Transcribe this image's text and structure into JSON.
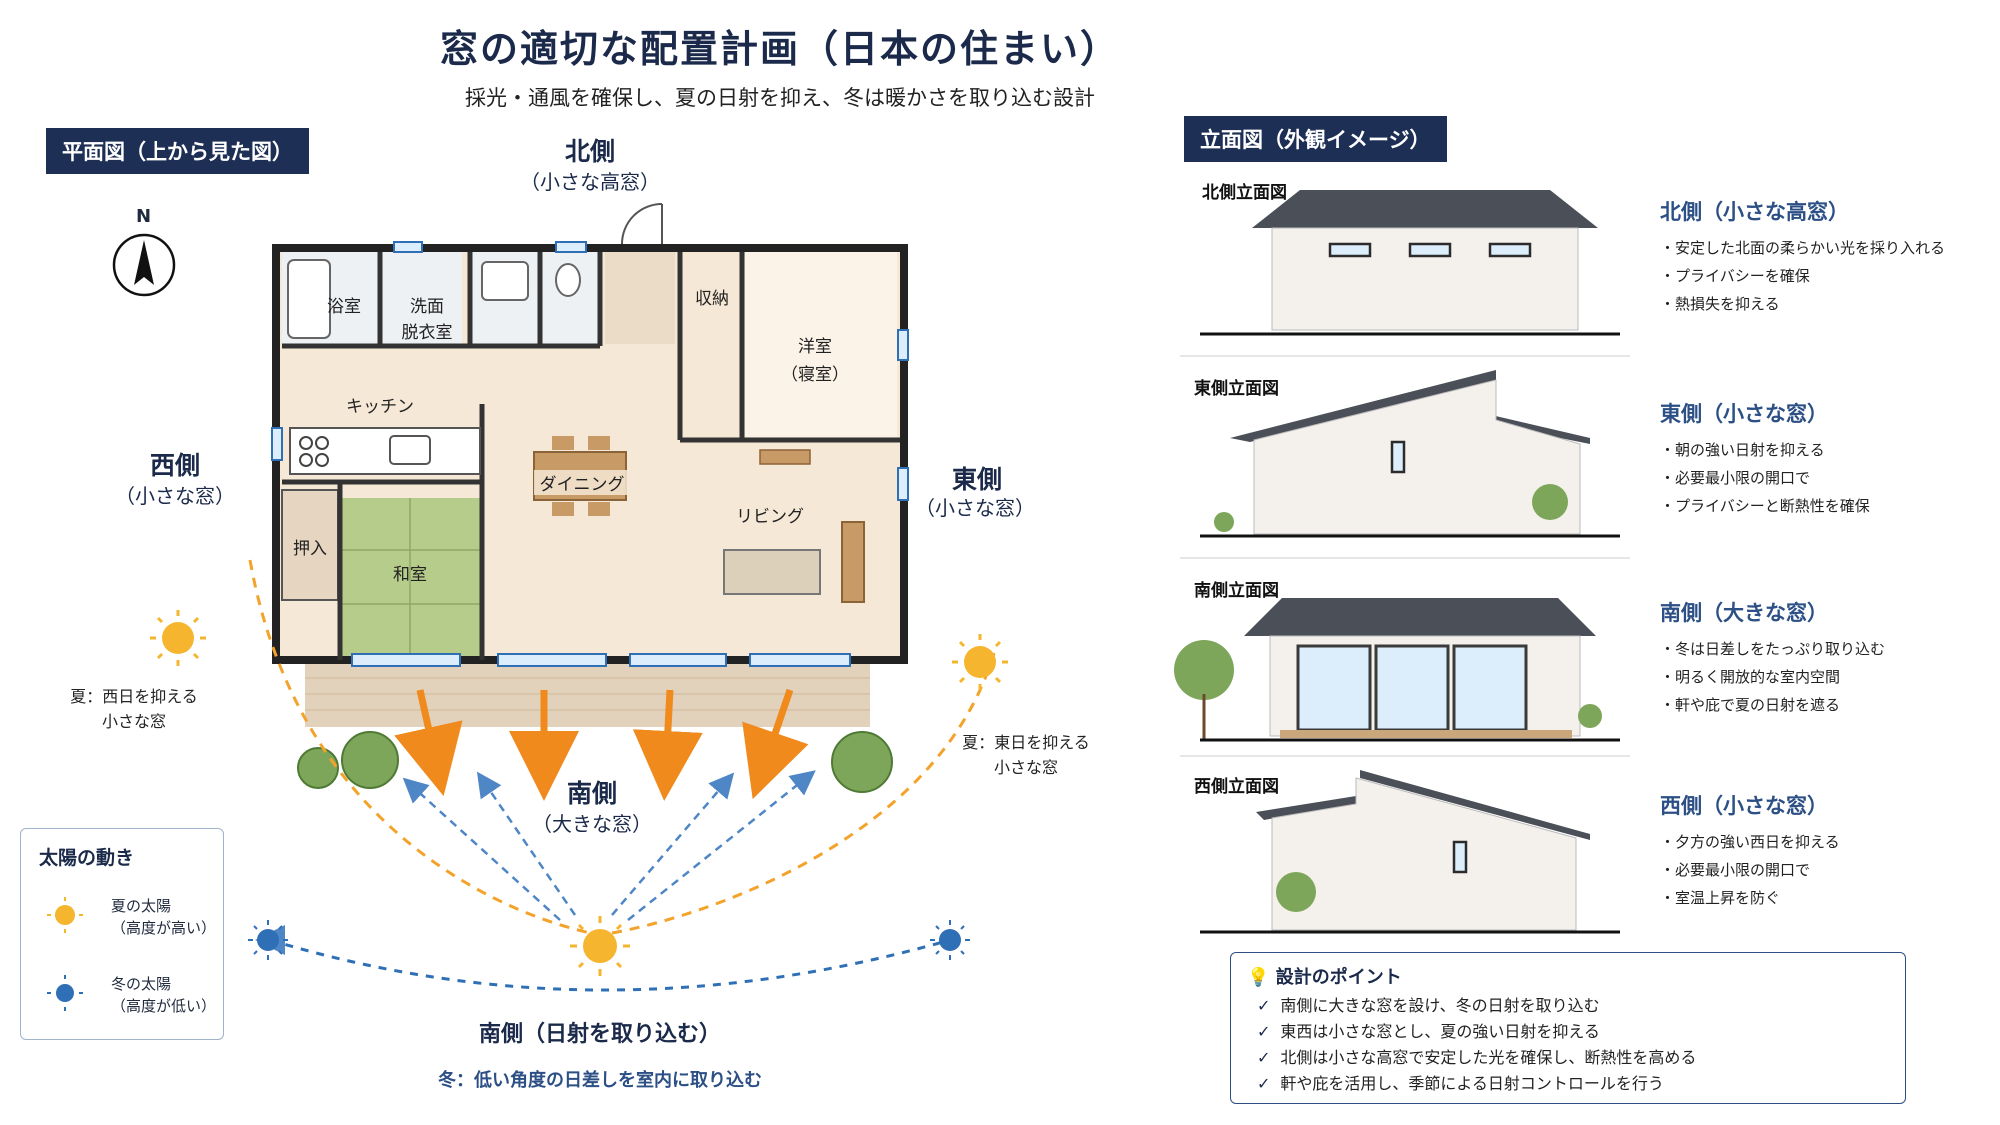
{
  "title": "窓の適切な配置計画（日本の住まい）",
  "subtitle": "採光・通風を確保し、夏の日射を抑え、冬は暖かさを取り込む設計",
  "plan_section_label": "平面図（上から見た図）",
  "elev_section_label": "立面図（外観イメージ）",
  "compass": "N",
  "north": {
    "label": "北側",
    "sub": "（小さな高窓）"
  },
  "west": {
    "label": "西側",
    "sub": "（小さな窓）"
  },
  "east": {
    "label": "東側",
    "sub": "（小さな窓）"
  },
  "south": {
    "label": "南側",
    "sub": "（大きな窓）"
  },
  "rooms": {
    "bath": "浴室",
    "washroom_1": "洗面",
    "washroom_2": "脱衣室",
    "storage": "収納",
    "western_1": "洋室",
    "western_2": "（寝室）",
    "kitchen": "キッチン",
    "dining": "ダイニング",
    "living": "リビング",
    "closet": "押入",
    "tatami": "和室"
  },
  "summer_west_note": [
    "夏：西日を抑える",
    "小さな窓"
  ],
  "summer_east_note": [
    "夏：東日を抑える",
    "小さな窓"
  ],
  "south_bottom_label": "南側（日射を取り込む）",
  "winter_note": "冬：低い角度の日差しを室内に取り込む",
  "legend": {
    "title": "太陽の動き",
    "summer_1": "夏の太陽",
    "summer_2": "（高度が高い）",
    "winter_1": "冬の太陽",
    "winter_2": "（高度が低い）"
  },
  "colors": {
    "navy": "#1e2f55",
    "summer": "#f3a22a",
    "winter": "#2f6fb5",
    "accent_blue": "#2c4f86"
  },
  "elevations": [
    {
      "title": "北側立面図",
      "head": "北側（小さな高窓）",
      "bullets": [
        "安定した北面の柔らかい光を採り入れる",
        "プライバシーを確保",
        "熱損失を抑える"
      ]
    },
    {
      "title": "東側立面図",
      "head": "東側（小さな窓）",
      "bullets": [
        "朝の強い日射を抑える",
        "必要最小限の開口で",
        "プライバシーと断熱性を確保"
      ]
    },
    {
      "title": "南側立面図",
      "head": "南側（大きな窓）",
      "bullets": [
        "冬は日差しをたっぷり取り込む",
        "明るく開放的な室内空間",
        "軒や庇で夏の日射を遮る"
      ]
    },
    {
      "title": "西側立面図",
      "head": "西側（小さな窓）",
      "bullets": [
        "夕方の強い西日を抑える",
        "必要最小限の開口で",
        "室温上昇を防ぐ"
      ]
    }
  ],
  "points": {
    "title": "設計のポイント",
    "items": [
      "南側に大きな窓を設け、冬の日射を取り込む",
      "東西は小さな窓とし、夏の強い日射を抑える",
      "北側は小さな高窓で安定した光を確保し、断熱性を高める",
      "軒や庇を活用し、季節による日射コントロールを行う"
    ]
  }
}
